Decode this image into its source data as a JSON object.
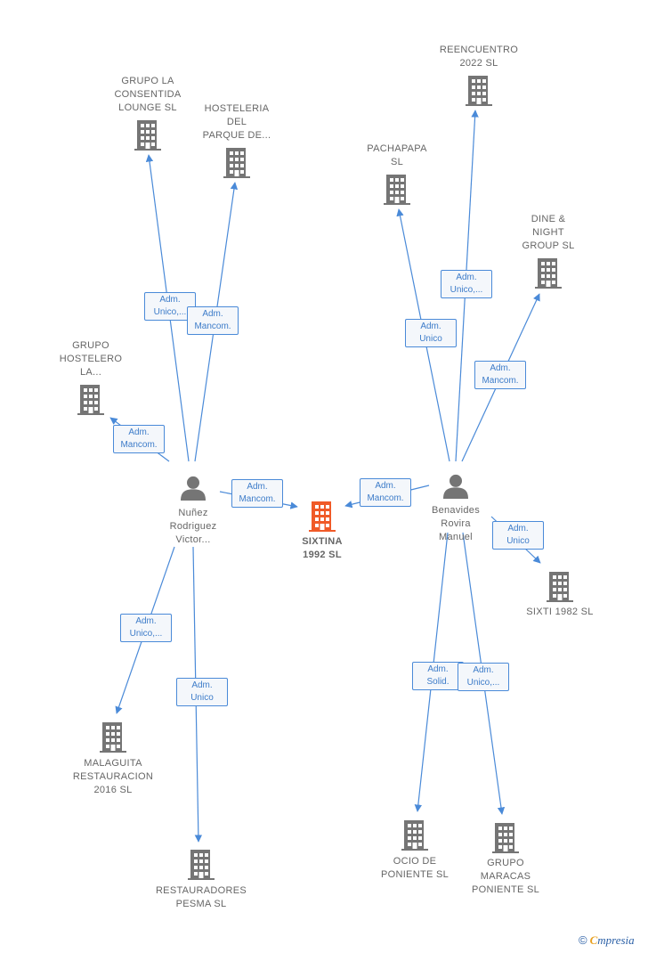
{
  "colors": {
    "edge": "#4a8ad8",
    "building": "#757575",
    "building_center": "#f05a28",
    "person": "#757575",
    "text": "#666666",
    "label_text": "#3d7cc9"
  },
  "nodes": [
    {
      "id": "sixtina",
      "type": "company",
      "center": true,
      "lines": [
        "SIXTINA",
        "1992  SL"
      ]
    },
    {
      "id": "nunez",
      "type": "person",
      "lines": [
        "Nuñez",
        "Rodriguez",
        "Victor..."
      ]
    },
    {
      "id": "benavides",
      "type": "person",
      "lines": [
        "Benavides",
        "Rovira",
        "Manuel"
      ]
    },
    {
      "id": "consentida",
      "type": "company",
      "lines": [
        "GRUPO LA",
        "CONSENTIDA",
        "LOUNGE  SL"
      ]
    },
    {
      "id": "hosteleria",
      "type": "company",
      "lines": [
        "HOSTELERIA",
        "DEL",
        "PARQUE DE..."
      ]
    },
    {
      "id": "hostelero",
      "type": "company",
      "lines": [
        "GRUPO",
        "HOSTELERO",
        "LA..."
      ]
    },
    {
      "id": "malaguita",
      "type": "company",
      "lines": [
        "MALAGUITA",
        "RESTAURACION",
        "2016  SL"
      ]
    },
    {
      "id": "pesma",
      "type": "company",
      "lines": [
        "RESTAURADORES",
        "PESMA SL"
      ]
    },
    {
      "id": "reencuentro",
      "type": "company",
      "lines": [
        "REENCUENTRO",
        "2022  SL"
      ]
    },
    {
      "id": "pachapapa",
      "type": "company",
      "lines": [
        "PACHAPAPA",
        "SL"
      ]
    },
    {
      "id": "dine",
      "type": "company",
      "lines": [
        "DINE &",
        "NIGHT",
        "GROUP  SL"
      ]
    },
    {
      "id": "sixti",
      "type": "company",
      "lines": [
        "SIXTI 1982  SL"
      ]
    },
    {
      "id": "ocio",
      "type": "company",
      "lines": [
        "OCIO DE",
        "PONIENTE  SL"
      ]
    },
    {
      "id": "maracas",
      "type": "company",
      "lines": [
        "GRUPO",
        "MARACAS",
        "PONIENTE  SL"
      ]
    }
  ],
  "edges": [
    {
      "from": "nunez",
      "to": "consentida",
      "lines": [
        "Adm.",
        "Unico,..."
      ]
    },
    {
      "from": "nunez",
      "to": "hosteleria",
      "lines": [
        "Adm.",
        "Mancom."
      ]
    },
    {
      "from": "nunez",
      "to": "hostelero",
      "lines": [
        "Adm.",
        "Mancom."
      ]
    },
    {
      "from": "nunez",
      "to": "sixtina",
      "lines": [
        "Adm.",
        "Mancom."
      ]
    },
    {
      "from": "nunez",
      "to": "malaguita",
      "lines": [
        "Adm.",
        "Unico,..."
      ]
    },
    {
      "from": "nunez",
      "to": "pesma",
      "lines": [
        "Adm.",
        "Unico"
      ]
    },
    {
      "from": "benavides",
      "to": "reencuentro",
      "lines": [
        "Adm.",
        "Unico,..."
      ]
    },
    {
      "from": "benavides",
      "to": "pachapapa",
      "lines": [
        "Adm.",
        "Unico"
      ]
    },
    {
      "from": "benavides",
      "to": "dine",
      "lines": [
        "Adm.",
        "Mancom."
      ]
    },
    {
      "from": "benavides",
      "to": "sixtina",
      "lines": [
        "Adm.",
        "Mancom."
      ]
    },
    {
      "from": "benavides",
      "to": "sixti",
      "lines": [
        "Adm.",
        "Unico"
      ]
    },
    {
      "from": "benavides",
      "to": "ocio",
      "lines": [
        "Adm.",
        "Solid."
      ]
    },
    {
      "from": "benavides",
      "to": "maracas",
      "lines": [
        "Adm.",
        "Unico,..."
      ]
    }
  ],
  "footer": {
    "copyright": "©",
    "brand_first": "C",
    "brand_rest": "mpresia"
  }
}
